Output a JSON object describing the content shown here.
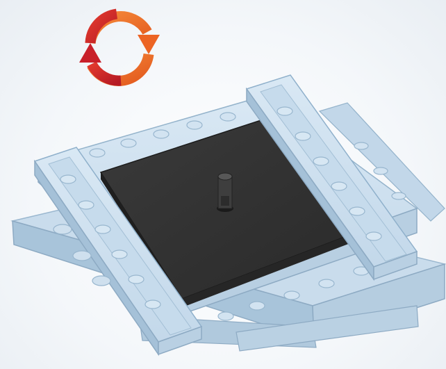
{
  "instruction_step": {
    "action_icon": "rotate-model-icon",
    "colors": {
      "arrow_red": "#c8202a",
      "arrow_orange": "#ef6a24",
      "brick_light_blue": "#b9d2e6",
      "brick_light_blue_top": "#d3e4f2",
      "brick_light_blue_shadow": "#8fb0cb",
      "plate_dark": "#2b2b2b",
      "plate_dark_top": "#393939"
    },
    "parts": [
      {
        "name": "light-bluish-plate-base",
        "color": "light-blue"
      },
      {
        "name": "dark-gray-plate",
        "color": "dark-gray"
      },
      {
        "name": "dark-gray-pin",
        "color": "dark-gray"
      },
      {
        "name": "light-blue-plate-1x8-left",
        "color": "light-blue"
      },
      {
        "name": "light-blue-plate-1x8-right",
        "color": "light-blue"
      }
    ]
  }
}
